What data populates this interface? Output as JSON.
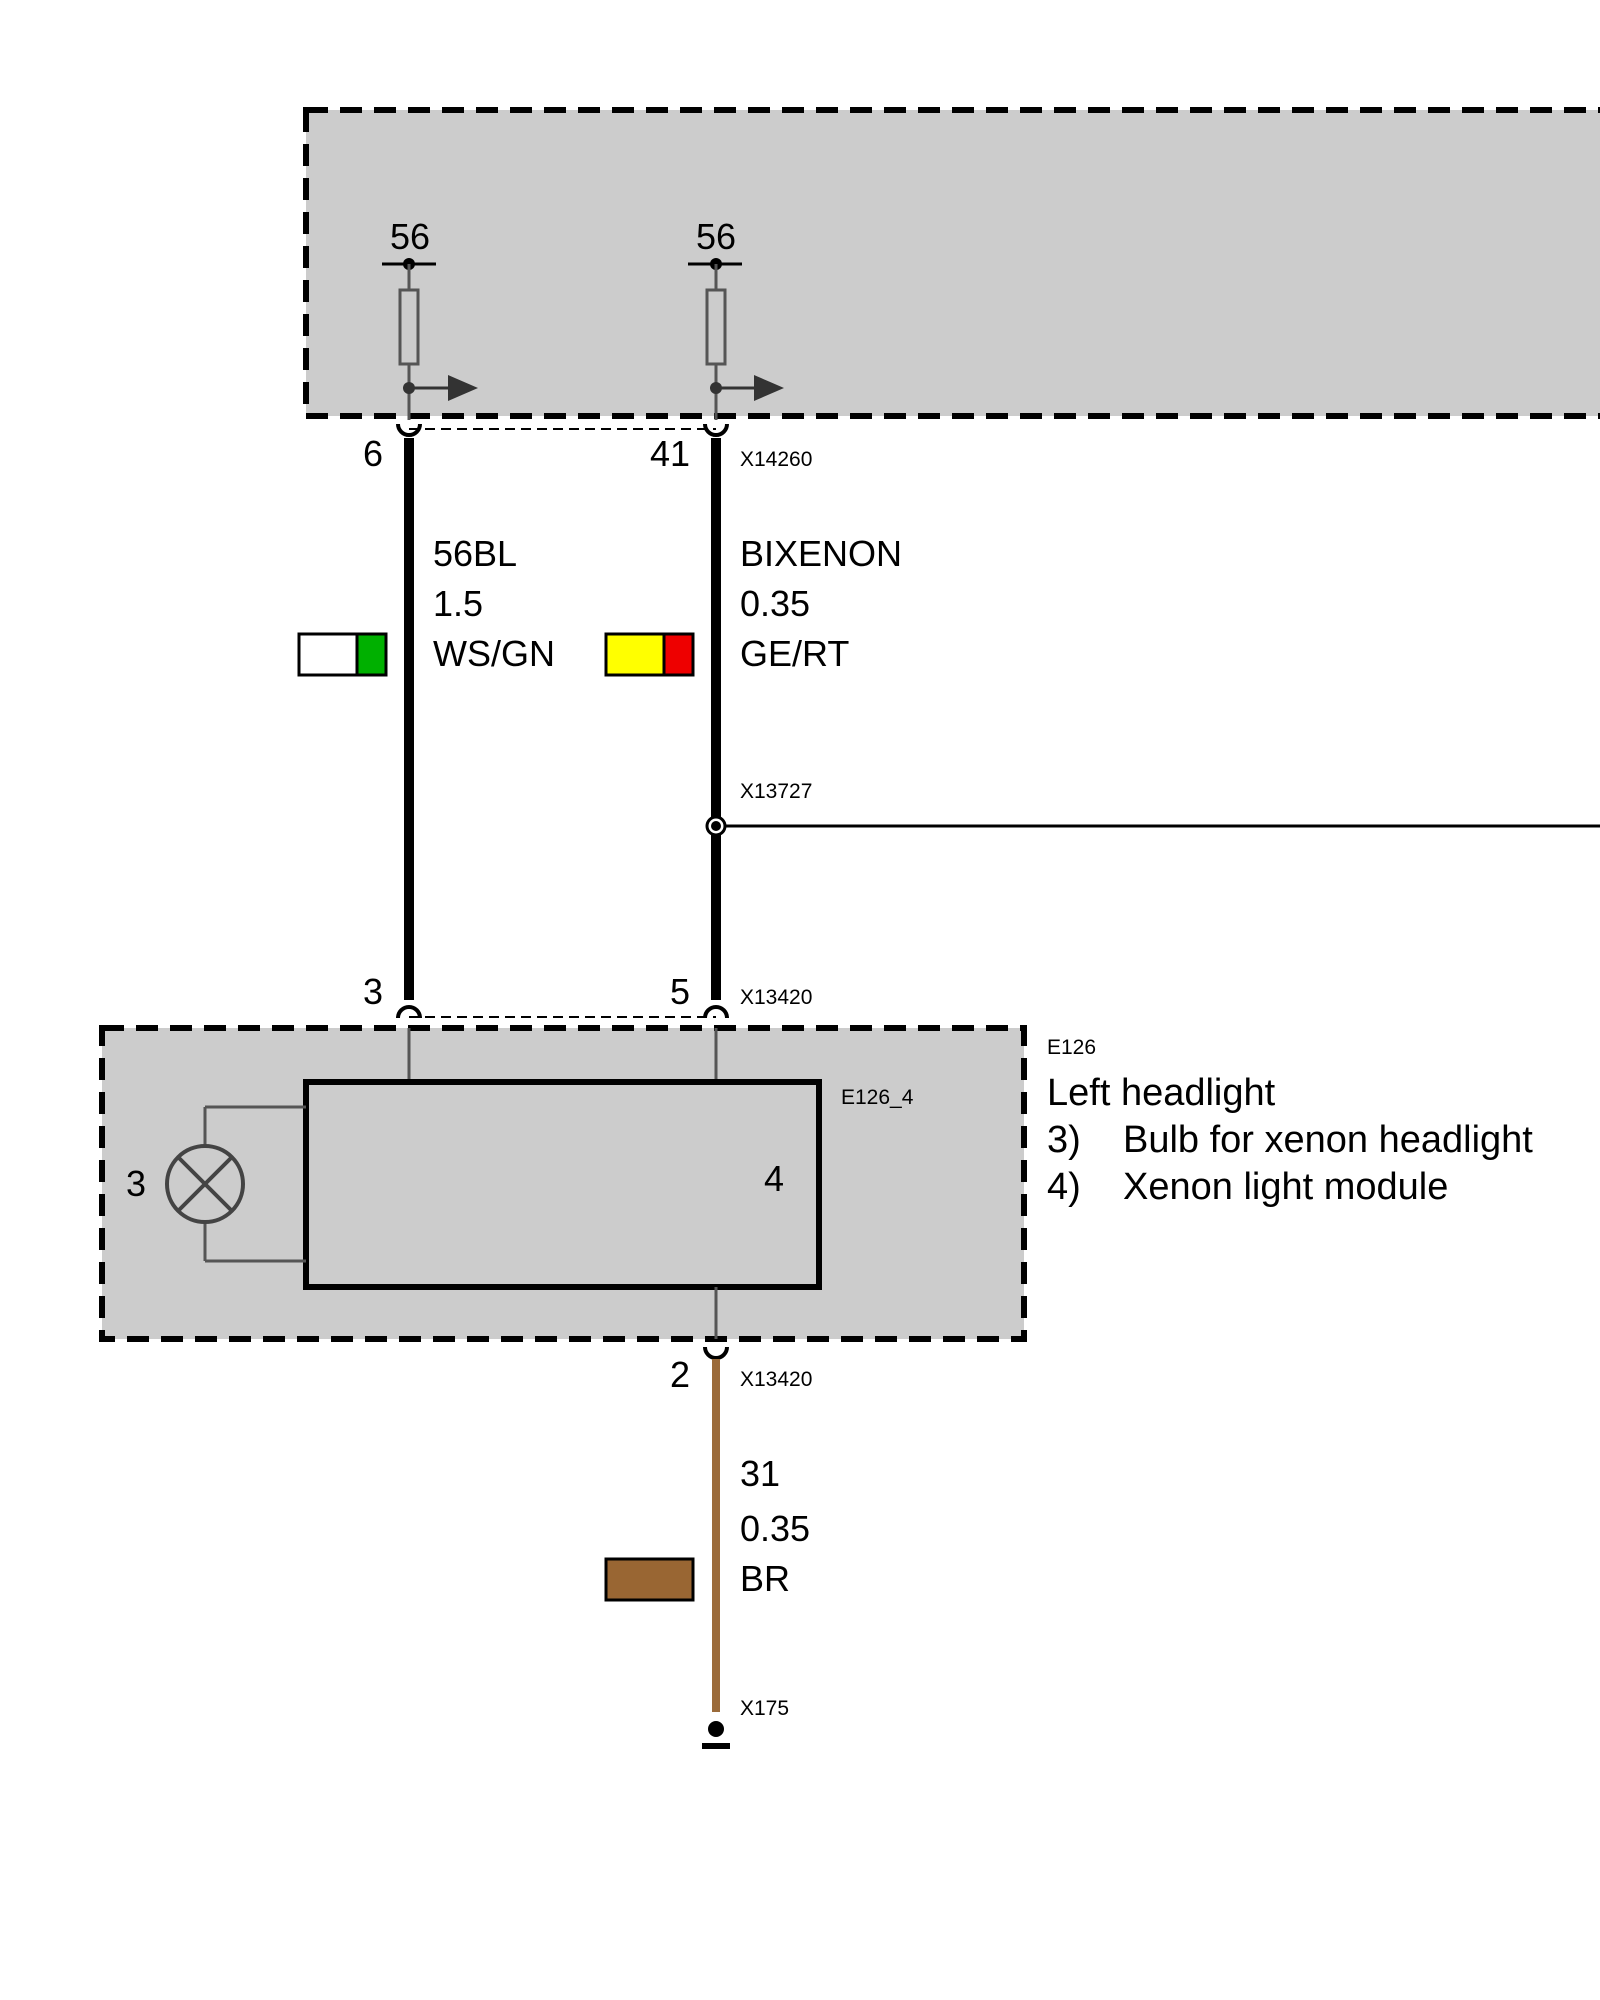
{
  "colors": {
    "box_fill": "#cccccc",
    "wire_black": "#000000",
    "wire_brown": "#9b6b3a",
    "swatch_white": "#ffffff",
    "swatch_green": "#00b000",
    "swatch_yellow": "#ffff00",
    "swatch_red": "#ee0000",
    "swatch_brown": "#996633"
  },
  "top_module": {
    "supply_left": "56",
    "supply_right": "56",
    "pin_left": "6",
    "pin_right": "41",
    "connector": "X14260"
  },
  "wire_left": {
    "name": "56BL",
    "gauge": "1.5",
    "color_code": "WS/GN",
    "swatch": [
      "white",
      "green"
    ]
  },
  "wire_right": {
    "name": "BIXENON",
    "gauge": "0.35",
    "color_code": "GE/RT",
    "swatch": [
      "yellow",
      "red"
    ]
  },
  "splice": {
    "connector": "X13727"
  },
  "headlight": {
    "pin_left": "3",
    "pin_right": "5",
    "connector_top": "X13420",
    "component_id": "E126",
    "sub_id": "E126_4",
    "title": "Left headlight",
    "items": [
      {
        "num": "3)",
        "text": "Bulb for xenon headlight"
      },
      {
        "num": "4)",
        "text": "Xenon light module"
      }
    ],
    "bulb_label": "3",
    "module_label": "4",
    "pin_bottom": "2",
    "connector_bottom": "X13420"
  },
  "ground_wire": {
    "name": "31",
    "gauge": "0.35",
    "color_code": "BR",
    "swatch": [
      "brown"
    ],
    "ground_point": "X175"
  }
}
